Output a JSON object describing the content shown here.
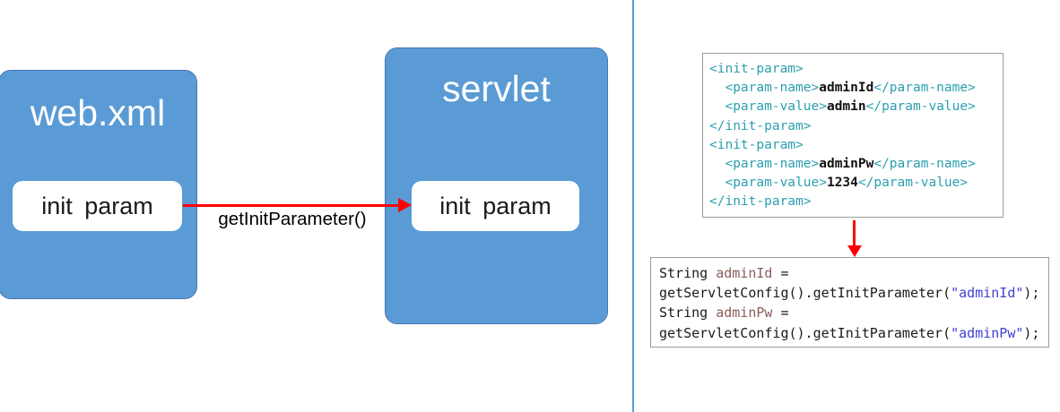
{
  "colors": {
    "box_fill_blue": "#5B9BD5",
    "box_border_blue": "#4576B5",
    "arrow_red": "#FF0000",
    "xml_tag_teal": "#2B9FAF",
    "java_variable_maroon": "#8A5C5C",
    "java_string_blue": "#3F3FD3",
    "code_border_gray": "#9A9A9A"
  },
  "diagram": {
    "webxml": {
      "title": "web.xml",
      "param_label": "init param"
    },
    "servlet": {
      "title": "servlet",
      "param_label": "init param"
    },
    "arrow_label": "getInitParameter()"
  },
  "xml_snippet": {
    "lines": [
      [
        {
          "t": "<init-param>",
          "c": "tag"
        }
      ],
      [
        {
          "t": "  ",
          "c": "plain"
        },
        {
          "t": "<param-name>",
          "c": "tag"
        },
        {
          "t": "adminId",
          "c": "val"
        },
        {
          "t": "</param-name>",
          "c": "tag"
        }
      ],
      [
        {
          "t": "  ",
          "c": "plain"
        },
        {
          "t": "<param-value>",
          "c": "tag"
        },
        {
          "t": "admin",
          "c": "val"
        },
        {
          "t": "</param-value>",
          "c": "tag"
        }
      ],
      [
        {
          "t": "</init-param>",
          "c": "tag"
        }
      ],
      [
        {
          "t": "<init-param>",
          "c": "tag"
        }
      ],
      [
        {
          "t": "  ",
          "c": "plain"
        },
        {
          "t": "<param-name>",
          "c": "tag"
        },
        {
          "t": "adminPw",
          "c": "val"
        },
        {
          "t": "</param-name>",
          "c": "tag"
        }
      ],
      [
        {
          "t": "  ",
          "c": "plain"
        },
        {
          "t": "<param-value>",
          "c": "tag"
        },
        {
          "t": "1234",
          "c": "val"
        },
        {
          "t": "</param-value>",
          "c": "tag"
        }
      ],
      [
        {
          "t": "</init-param>",
          "c": "tag"
        }
      ]
    ]
  },
  "java_snippet": {
    "lines": [
      [
        {
          "t": "String ",
          "c": "plain"
        },
        {
          "t": "adminId",
          "c": "var"
        },
        {
          "t": " =",
          "c": "plain"
        }
      ],
      [
        {
          "t": "getServletConfig().getInitParameter(",
          "c": "plain"
        },
        {
          "t": "\"adminId\"",
          "c": "str"
        },
        {
          "t": ");",
          "c": "plain"
        }
      ],
      [
        {
          "t": "String ",
          "c": "plain"
        },
        {
          "t": "adminPw",
          "c": "var"
        },
        {
          "t": " =",
          "c": "plain"
        }
      ],
      [
        {
          "t": "getServletConfig().getInitParameter(",
          "c": "plain"
        },
        {
          "t": "\"adminPw\"",
          "c": "str"
        },
        {
          "t": ");",
          "c": "plain"
        }
      ]
    ]
  }
}
